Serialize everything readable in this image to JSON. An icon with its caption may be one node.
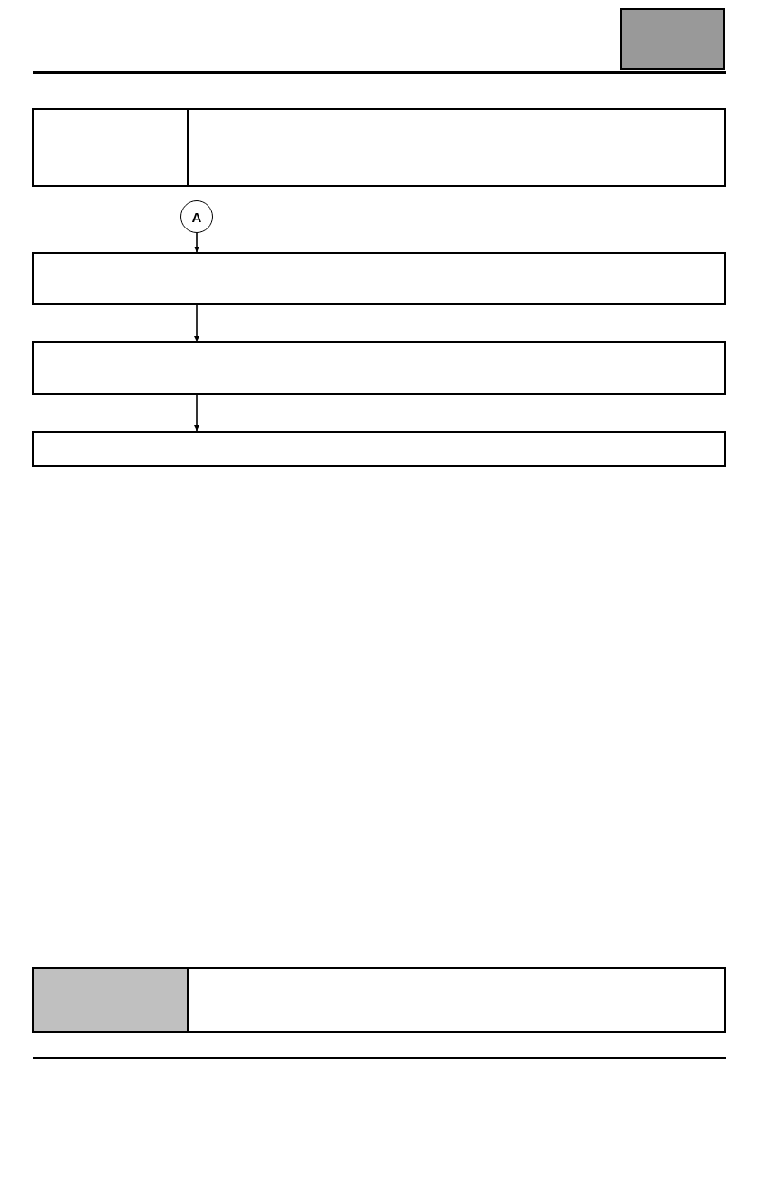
{
  "diagram": {
    "nodes": [
      {
        "text": [
          "A"
        ]
      },
      {
        "text": [],
        "shape": "box"
      },
      {
        "text": [],
        "shape": "box"
      },
      {
        "text": [],
        "shape": "box"
      }
    ],
    "edges": [
      {
        "from": 0,
        "to": 1,
        "arrow": "to"
      },
      {
        "from": 1,
        "to": 2,
        "arrow": "to"
      },
      {
        "from": 2,
        "to": 3,
        "arrow": "to"
      }
    ]
  }
}
